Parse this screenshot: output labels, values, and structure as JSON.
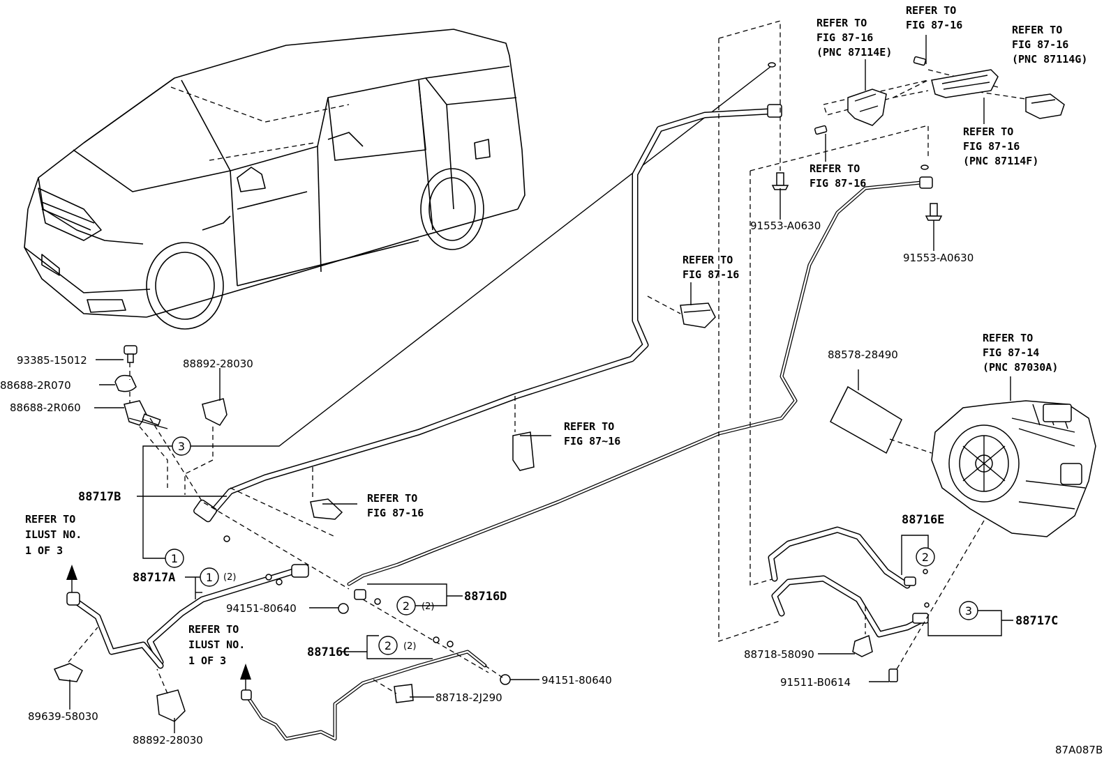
{
  "callouts": {
    "refer_top1": [
      "REFER TO",
      "FIG 87-16",
      "(PNC 87114E)"
    ],
    "refer_top2": [
      "REFER TO",
      "FIG 87-16"
    ],
    "refer_top3": [
      "REFER TO",
      "FIG 87-16",
      "(PNC 87114G)"
    ],
    "refer_mid_right": [
      "REFER TO",
      "FIG 87-16",
      "(PNC 87114F)"
    ],
    "refer_center_top": [
      "REFER TO",
      "FIG 87-16"
    ],
    "refer_bracket_right": [
      "REFER TO",
      "FIG 87-16"
    ],
    "refer_blower": [
      "REFER TO",
      "FIG 87-14",
      "(PNC 87030A)"
    ],
    "refer_mid1": [
      "REFER TO",
      "FIG 87~16"
    ],
    "refer_mid2": [
      "REFER TO",
      "FIG 87-16"
    ],
    "refer_ilust_left": [
      "REFER TO",
      "ILUST NO.",
      "1 OF 3"
    ],
    "refer_ilust_center": [
      "REFER TO",
      "ILUST NO.",
      "1 OF 3"
    ]
  },
  "parts": {
    "p93385": "93385-15012",
    "p88688a": "88688-2R070",
    "p88688b": "88688-2R060",
    "p88892_top": "88892-28030",
    "p88892_bot": "88892-28030",
    "p88717b": "88717B",
    "p88717a": "88717A",
    "p88716d": "88716D",
    "p88716c": "88716C",
    "p88716e": "88716E",
    "p88717c": "88717C",
    "p94151_a": "94151-80640",
    "p94151_b": "94151-80640",
    "p88718_2j": "88718-2J290",
    "p88718_58": "88718-58090",
    "p91511": "91511-B0614",
    "p89639": "89639-58030",
    "p91553_a": "91553-A0630",
    "p91553_b": "91553-A0630",
    "p88578": "88578-28490"
  },
  "markers": {
    "one": "1",
    "two": "2",
    "three": "3",
    "paren_two": "(2)"
  },
  "figure_code": "87A087B"
}
